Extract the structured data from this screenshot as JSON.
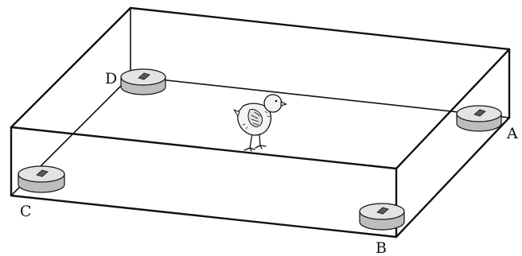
{
  "labels": {
    "a": "A",
    "b": "B",
    "c": "C",
    "d": "D"
  },
  "colors": {
    "outline": "#111111",
    "sensor_top": "#e3e3e3",
    "sensor_side": "#bdbdbd",
    "sensor_pad": "#5a5a5a",
    "chick_body": "#f4f4f4"
  }
}
